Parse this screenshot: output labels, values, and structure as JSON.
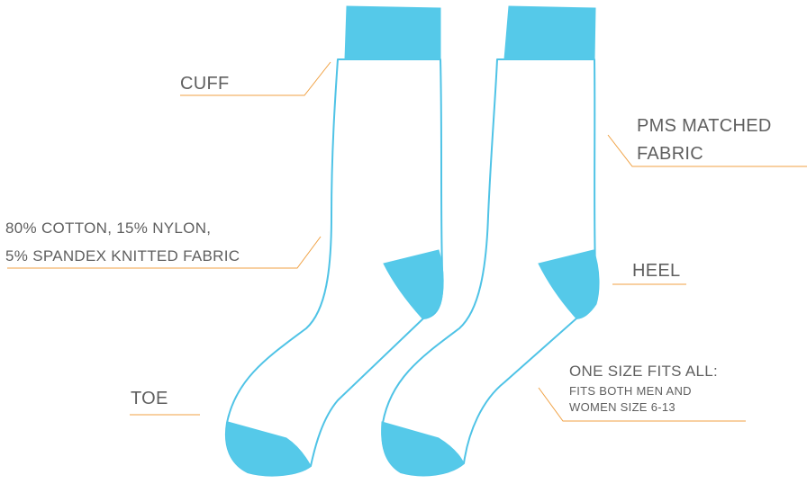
{
  "labels": {
    "cuff": "CUFF",
    "fabric_composition_line1": "80% COTTON, 15% NYLON,",
    "fabric_composition_line2": "5% SPANDEX KNITTED FABRIC",
    "toe": "TOE",
    "pms_line1": "PMS MATCHED",
    "pms_line2": "FABRIC",
    "heel": "HEEL",
    "size_title": "ONE SIZE FITS ALL:",
    "size_line1": "FITS BOTH MEN AND",
    "size_line2": "WOMEN SIZE 6-13"
  },
  "colors": {
    "accent_fill": "#55c9e9",
    "outline": "#4fc3e6",
    "leader_line": "#f0a143",
    "text": "#5f5f5f"
  }
}
